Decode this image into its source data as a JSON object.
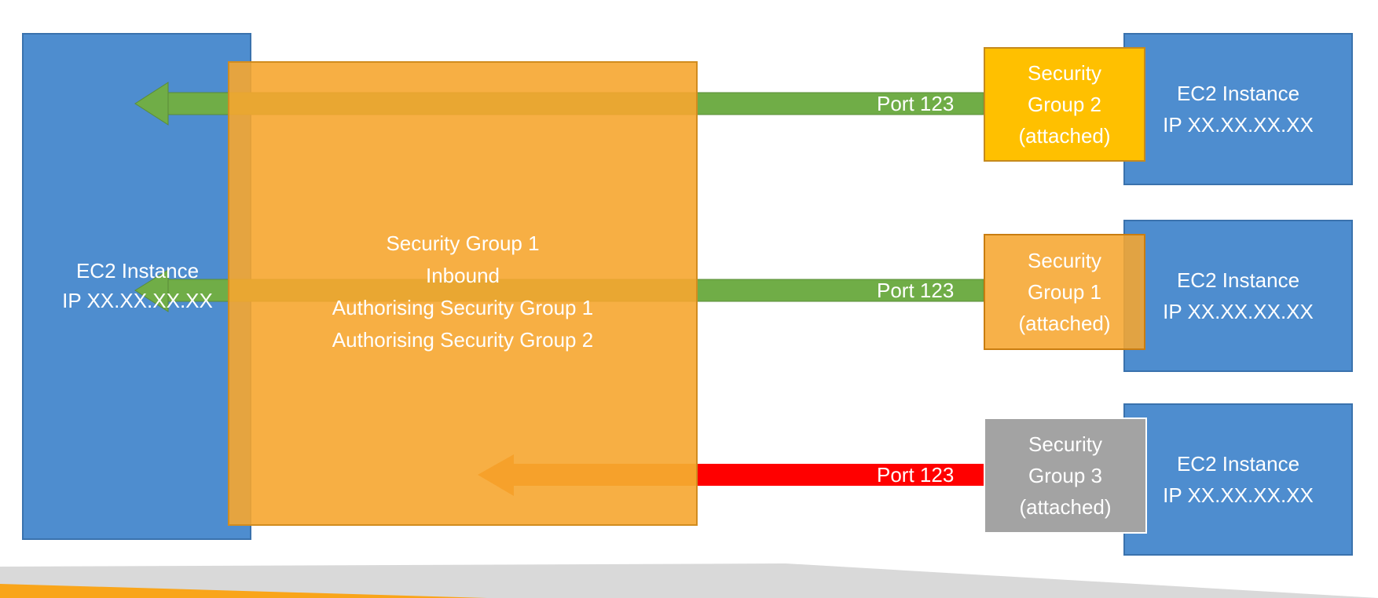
{
  "left_instance": {
    "title": "EC2 Instance",
    "ip": "IP XX.XX.XX.XX"
  },
  "central_group": {
    "lines": [
      "Security Group 1",
      "Inbound",
      "Authorising Security Group 1",
      "Authorising Security Group 2"
    ]
  },
  "connections": [
    {
      "port_label": "Port 123",
      "status": "allowed",
      "color": "#70ad47",
      "security_group": {
        "line1": "Security",
        "line2": "Group 2",
        "line3": "(attached)",
        "color": "#ffc000"
      },
      "instance": {
        "title": "EC2 Instance",
        "ip": "IP XX.XX.XX.XX"
      }
    },
    {
      "port_label": "Port 123",
      "status": "allowed",
      "color": "#70ad47",
      "security_group": {
        "line1": "Security",
        "line2": "Group 1",
        "line3": "(attached)",
        "color": "#f6a630"
      },
      "instance": {
        "title": "EC2 Instance",
        "ip": "IP XX.XX.XX.XX"
      }
    },
    {
      "port_label": "Port 123",
      "status": "blocked",
      "color": "#ff0000",
      "security_group": {
        "line1": "Security",
        "line2": "Group 3",
        "line3": "(attached)",
        "color": "#a3a3a3"
      },
      "instance": {
        "title": "EC2 Instance",
        "ip": "IP XX.XX.XX.XX"
      }
    }
  ],
  "colors": {
    "instance_blue": "#4e8dcf",
    "allowed_green": "#70ad47",
    "blocked_red": "#ff0000",
    "blocked_arrow_orange": "#f47100",
    "security_group_orange": "#f6a630",
    "footer_gray": "#d4d4d4",
    "footer_orange": "#f9a51a"
  }
}
